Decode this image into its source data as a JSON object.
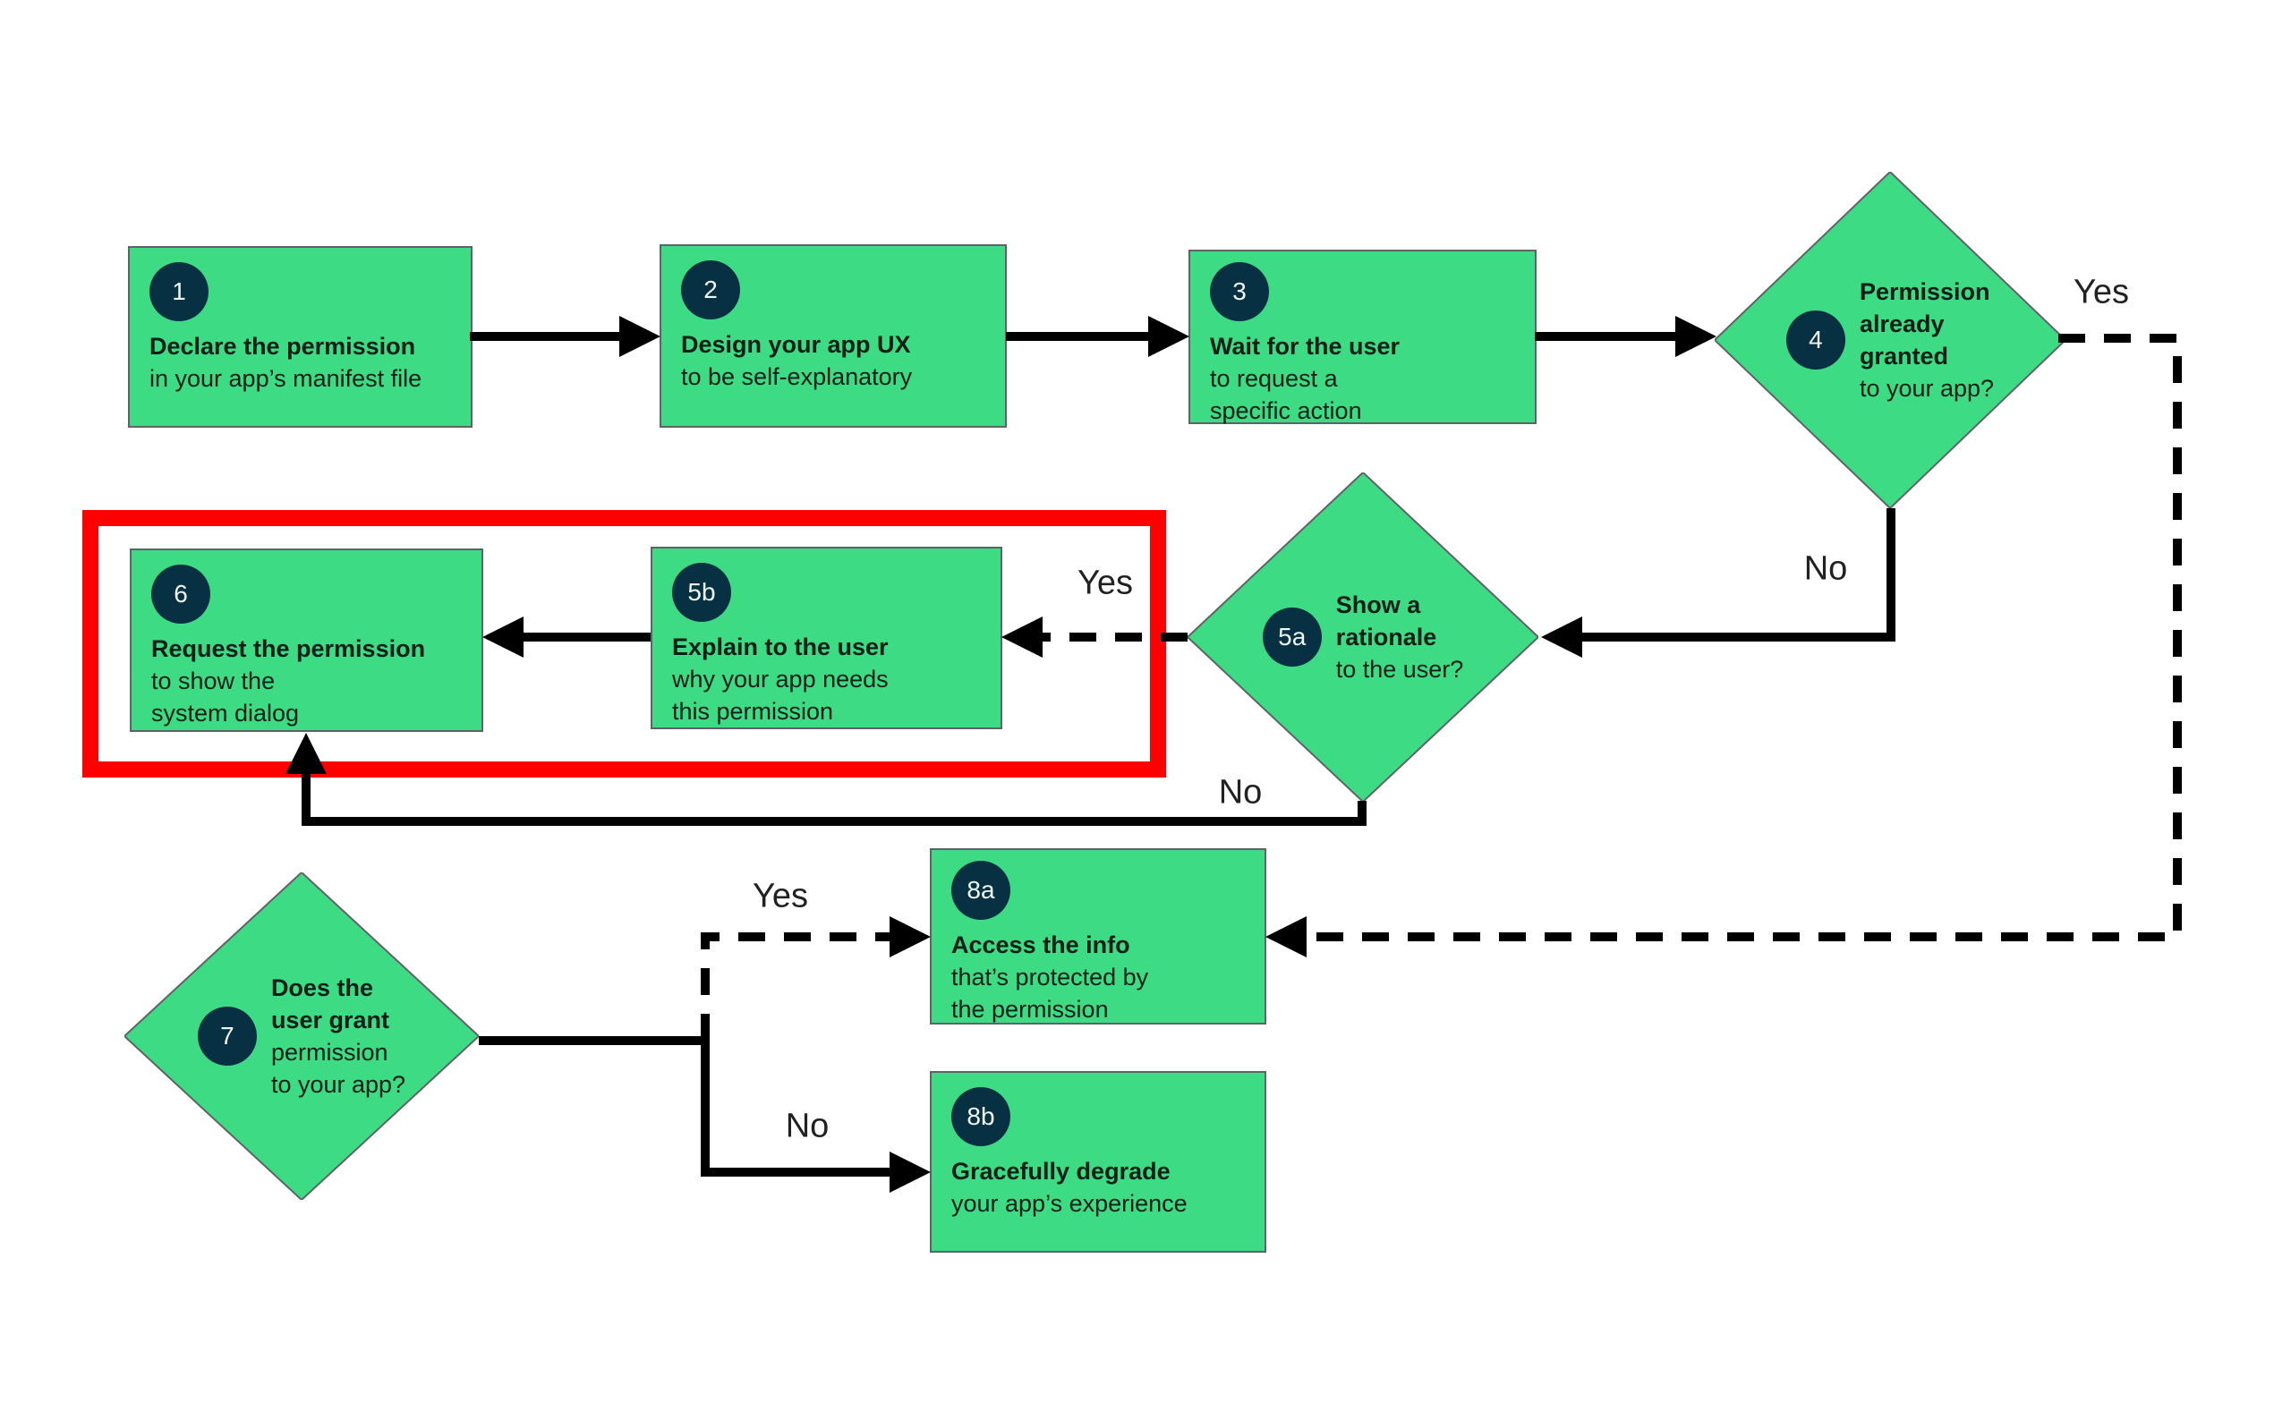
{
  "diagram": {
    "type": "flowchart",
    "topic": "App permissions request workflow",
    "colors": {
      "node_fill_green": "#3ddc84",
      "badge_navy": "#073042",
      "highlight_red": "#ff0000",
      "connector_black": "#000000",
      "node_border_gray": "#5f6368",
      "background": "#ffffff"
    }
  },
  "nodes": {
    "n1": {
      "badge": "1",
      "bold": [
        "Declare the permission"
      ],
      "reg": [
        "in your app’s manifest file"
      ]
    },
    "n2": {
      "badge": "2",
      "bold": [
        "Design your app UX"
      ],
      "reg": [
        "to be self-explanatory"
      ]
    },
    "n3": {
      "badge": "3",
      "bold": [
        "Wait for the user"
      ],
      "reg": [
        "to request a",
        "specific action"
      ]
    },
    "n4": {
      "badge": "4",
      "bold": [
        "Permission",
        "already",
        "granted"
      ],
      "reg": [
        "to your app?"
      ]
    },
    "n5a": {
      "badge": "5a",
      "bold": [
        "Show a",
        "rationale"
      ],
      "reg": [
        "to the user?"
      ]
    },
    "n5b": {
      "badge": "5b",
      "bold": [
        "Explain to the user"
      ],
      "reg": [
        "why your app needs",
        "this permission"
      ]
    },
    "n6": {
      "badge": "6",
      "bold": [
        "Request the permission"
      ],
      "reg": [
        "to show the",
        "system dialog"
      ]
    },
    "n7": {
      "badge": "7",
      "bold": [
        "Does the",
        "user grant"
      ],
      "reg": [
        "permission",
        "to your app?"
      ]
    },
    "n8a": {
      "badge": "8a",
      "bold": [
        "Access the info"
      ],
      "reg": [
        "that’s protected by",
        "the permission"
      ]
    },
    "n8b": {
      "badge": "8b",
      "bold": [
        "Gracefully degrade"
      ],
      "reg": [
        "your app’s experience"
      ]
    }
  },
  "edge_labels": {
    "d4_yes": "Yes",
    "d4_no": "No",
    "d5a_yes": "Yes",
    "d5a_no": "No",
    "d7_yes": "Yes",
    "d7_no": "No"
  }
}
